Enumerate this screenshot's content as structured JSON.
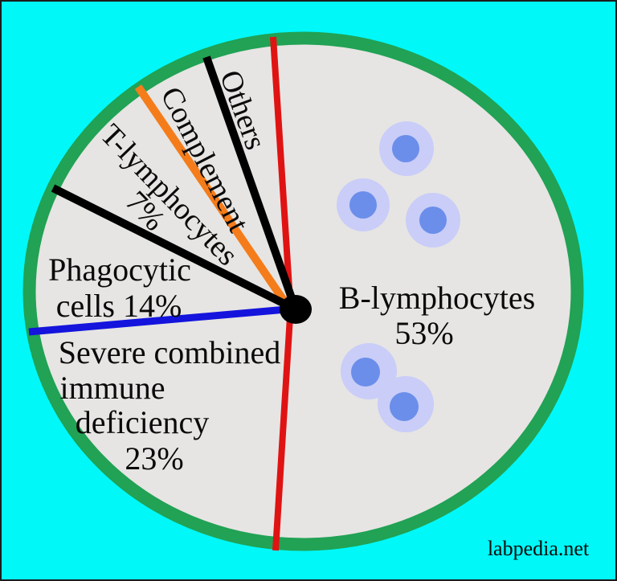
{
  "canvas": {
    "background_color": "#00f8f8",
    "frame_color": "#1c1c1c"
  },
  "watermark": {
    "text": "labpedia.net",
    "color": "#111111"
  },
  "pie": {
    "body_color": "#e6e5e3",
    "ring_color": "#21a254",
    "center_dot_color": "#000000",
    "dividers": {
      "red": "#e01313",
      "black": "#000000",
      "orange": "#f57c1a",
      "blue": "#1414dd"
    },
    "cell_icon": {
      "outer_color": "#c9cdf8",
      "nucleus_color": "#6b8eea"
    },
    "labels": {
      "others": "Others",
      "complement": "Complement",
      "t_lymphocytes": {
        "line1": "T-lymphocytes",
        "line2": "7%"
      },
      "phagocytic": {
        "line1": "Phagocytic",
        "line2": "cells 14%"
      },
      "scid": {
        "line1": "Severe combined",
        "line2": "immune",
        "line3": "deficiency",
        "line4": "23%"
      },
      "b_lymphocytes": {
        "line1": "B-lymphocytes",
        "line2": "53%"
      }
    }
  },
  "chart_data": {
    "type": "pie",
    "title": "",
    "legend": "none",
    "categories": [
      "B-lymphocytes",
      "Severe combined immune deficiency",
      "Phagocytic cells",
      "T-lymphocytes",
      "Complement",
      "Others"
    ],
    "values": [
      53,
      23,
      14,
      7,
      null,
      null
    ],
    "units": "percent",
    "annotations": [
      "labpedia.net"
    ]
  }
}
